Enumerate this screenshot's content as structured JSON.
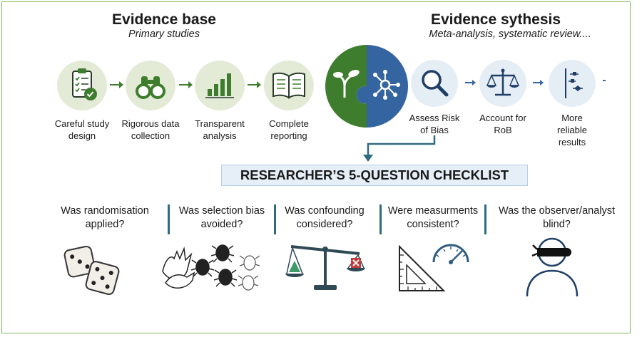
{
  "evidence_base": {
    "title": "Evidence base",
    "subtitle": "Primary studies"
  },
  "evidence_synthesis": {
    "title": "Evidence sythesis",
    "subtitle": "Meta-analysis, systematic review...."
  },
  "base_steps": [
    {
      "label": "Careful study design",
      "icon": "clipboard-check-icon"
    },
    {
      "label": "Rigorous data collection",
      "icon": "binoculars-icon"
    },
    {
      "label": "Transparent analysis",
      "icon": "bar-chart-icon"
    },
    {
      "label": "Complete reporting",
      "icon": "open-book-icon"
    }
  ],
  "synthesis_steps": [
    {
      "label": "Assess Risk of Bias",
      "icon": "magnifier-icon"
    },
    {
      "label": "Account for RoB",
      "icon": "scales-icon"
    },
    {
      "label": "More reliable results",
      "icon": "forest-plot-icon"
    }
  ],
  "checklist": {
    "title": "RESEARCHER’S 5-QUESTION CHECKLIST",
    "questions": [
      {
        "text": "Was randomisation applied?",
        "icon": "dice-icon"
      },
      {
        "text": "Was selection bias avoided?",
        "icon": "hands-and-beetles-icon"
      },
      {
        "text": "Was confounding considered?",
        "icon": "unbalanced-scale-icon"
      },
      {
        "text": "Were measurments consistent?",
        "icon": "ruler-gauge-icon"
      },
      {
        "text": "Was the observer/analyst blind?",
        "icon": "blindfolded-person-icon"
      }
    ]
  },
  "colors": {
    "green": "#3f7d2e",
    "blue": "#2f5d8f",
    "frame": "#7fb85a",
    "teal": "#2f6b7f"
  }
}
